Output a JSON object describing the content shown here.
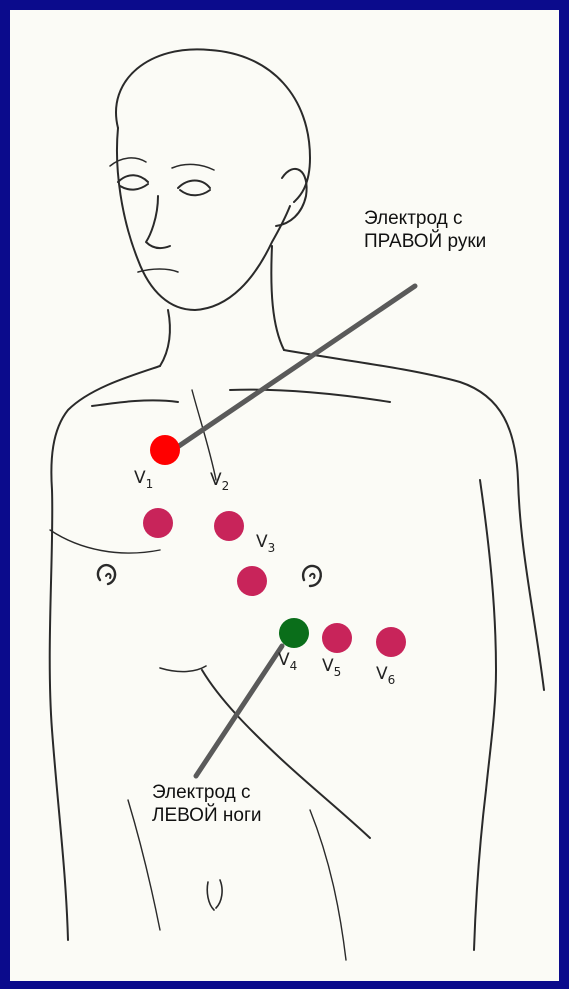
{
  "labels": {
    "right_arm_line1": "Электрод с",
    "right_arm_line2": "ПРАВОЙ руки",
    "left_leg_line1": "Электрод с",
    "left_leg_line2": "ЛЕВОЙ ноги"
  },
  "leads": [
    {
      "letter": "V",
      "num": "1"
    },
    {
      "letter": "V",
      "num": "2"
    },
    {
      "letter": "V",
      "num": "3"
    },
    {
      "letter": "V",
      "num": "4"
    },
    {
      "letter": "V",
      "num": "5"
    },
    {
      "letter": "V",
      "num": "6"
    }
  ],
  "colors": {
    "frame": "#0b0b8c",
    "background": "#fbfbf6",
    "right_arm_electrode": "#ff0000",
    "left_leg_electrode": "#0a6e1a",
    "chest_electrodes": "#c8245a",
    "pointer_line": "#5a5a5a"
  }
}
